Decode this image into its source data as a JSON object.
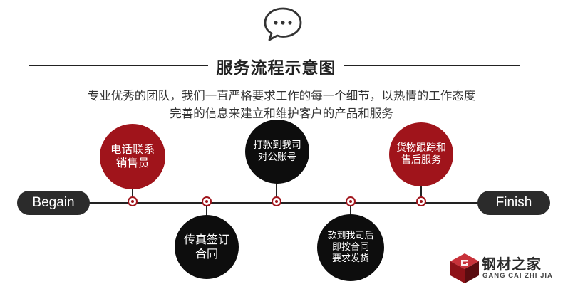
{
  "header": {
    "title": "服务流程示意图",
    "subtitle_line1": "专业优秀的团队，我们一直严格要求工作的每一个细节，以热情的工作态度",
    "subtitle_line2": "完善的信息来建立和维护客户的产品和服务"
  },
  "timeline": {
    "start_label": "Begain",
    "end_label": "Finish",
    "steps": [
      {
        "id": "step-1",
        "lines": [
          "电话联系",
          "销售员"
        ],
        "position": "above",
        "color": "#a0141b"
      },
      {
        "id": "step-2",
        "lines": [
          "传真签订",
          "合同"
        ],
        "position": "below",
        "color": "#0d0d0d"
      },
      {
        "id": "step-3",
        "lines": [
          "打款到我司",
          "对公账号"
        ],
        "position": "above",
        "color": "#0d0d0d"
      },
      {
        "id": "step-4",
        "lines": [
          "款到我司后",
          "即按合同",
          "要求发货"
        ],
        "position": "below",
        "color": "#0d0d0d"
      },
      {
        "id": "step-5",
        "lines": [
          "货物跟踪和",
          "售后服务"
        ],
        "position": "above",
        "color": "#a0141b"
      }
    ]
  },
  "brand": {
    "name": "钢材之家",
    "pinyin": "GANG CAI ZHI JIA",
    "logo_icon": "cube-g-logo-icon"
  },
  "colors": {
    "accent_red": "#a0141b",
    "dark": "#0d0d0d",
    "pill": "#2b2b2b"
  }
}
